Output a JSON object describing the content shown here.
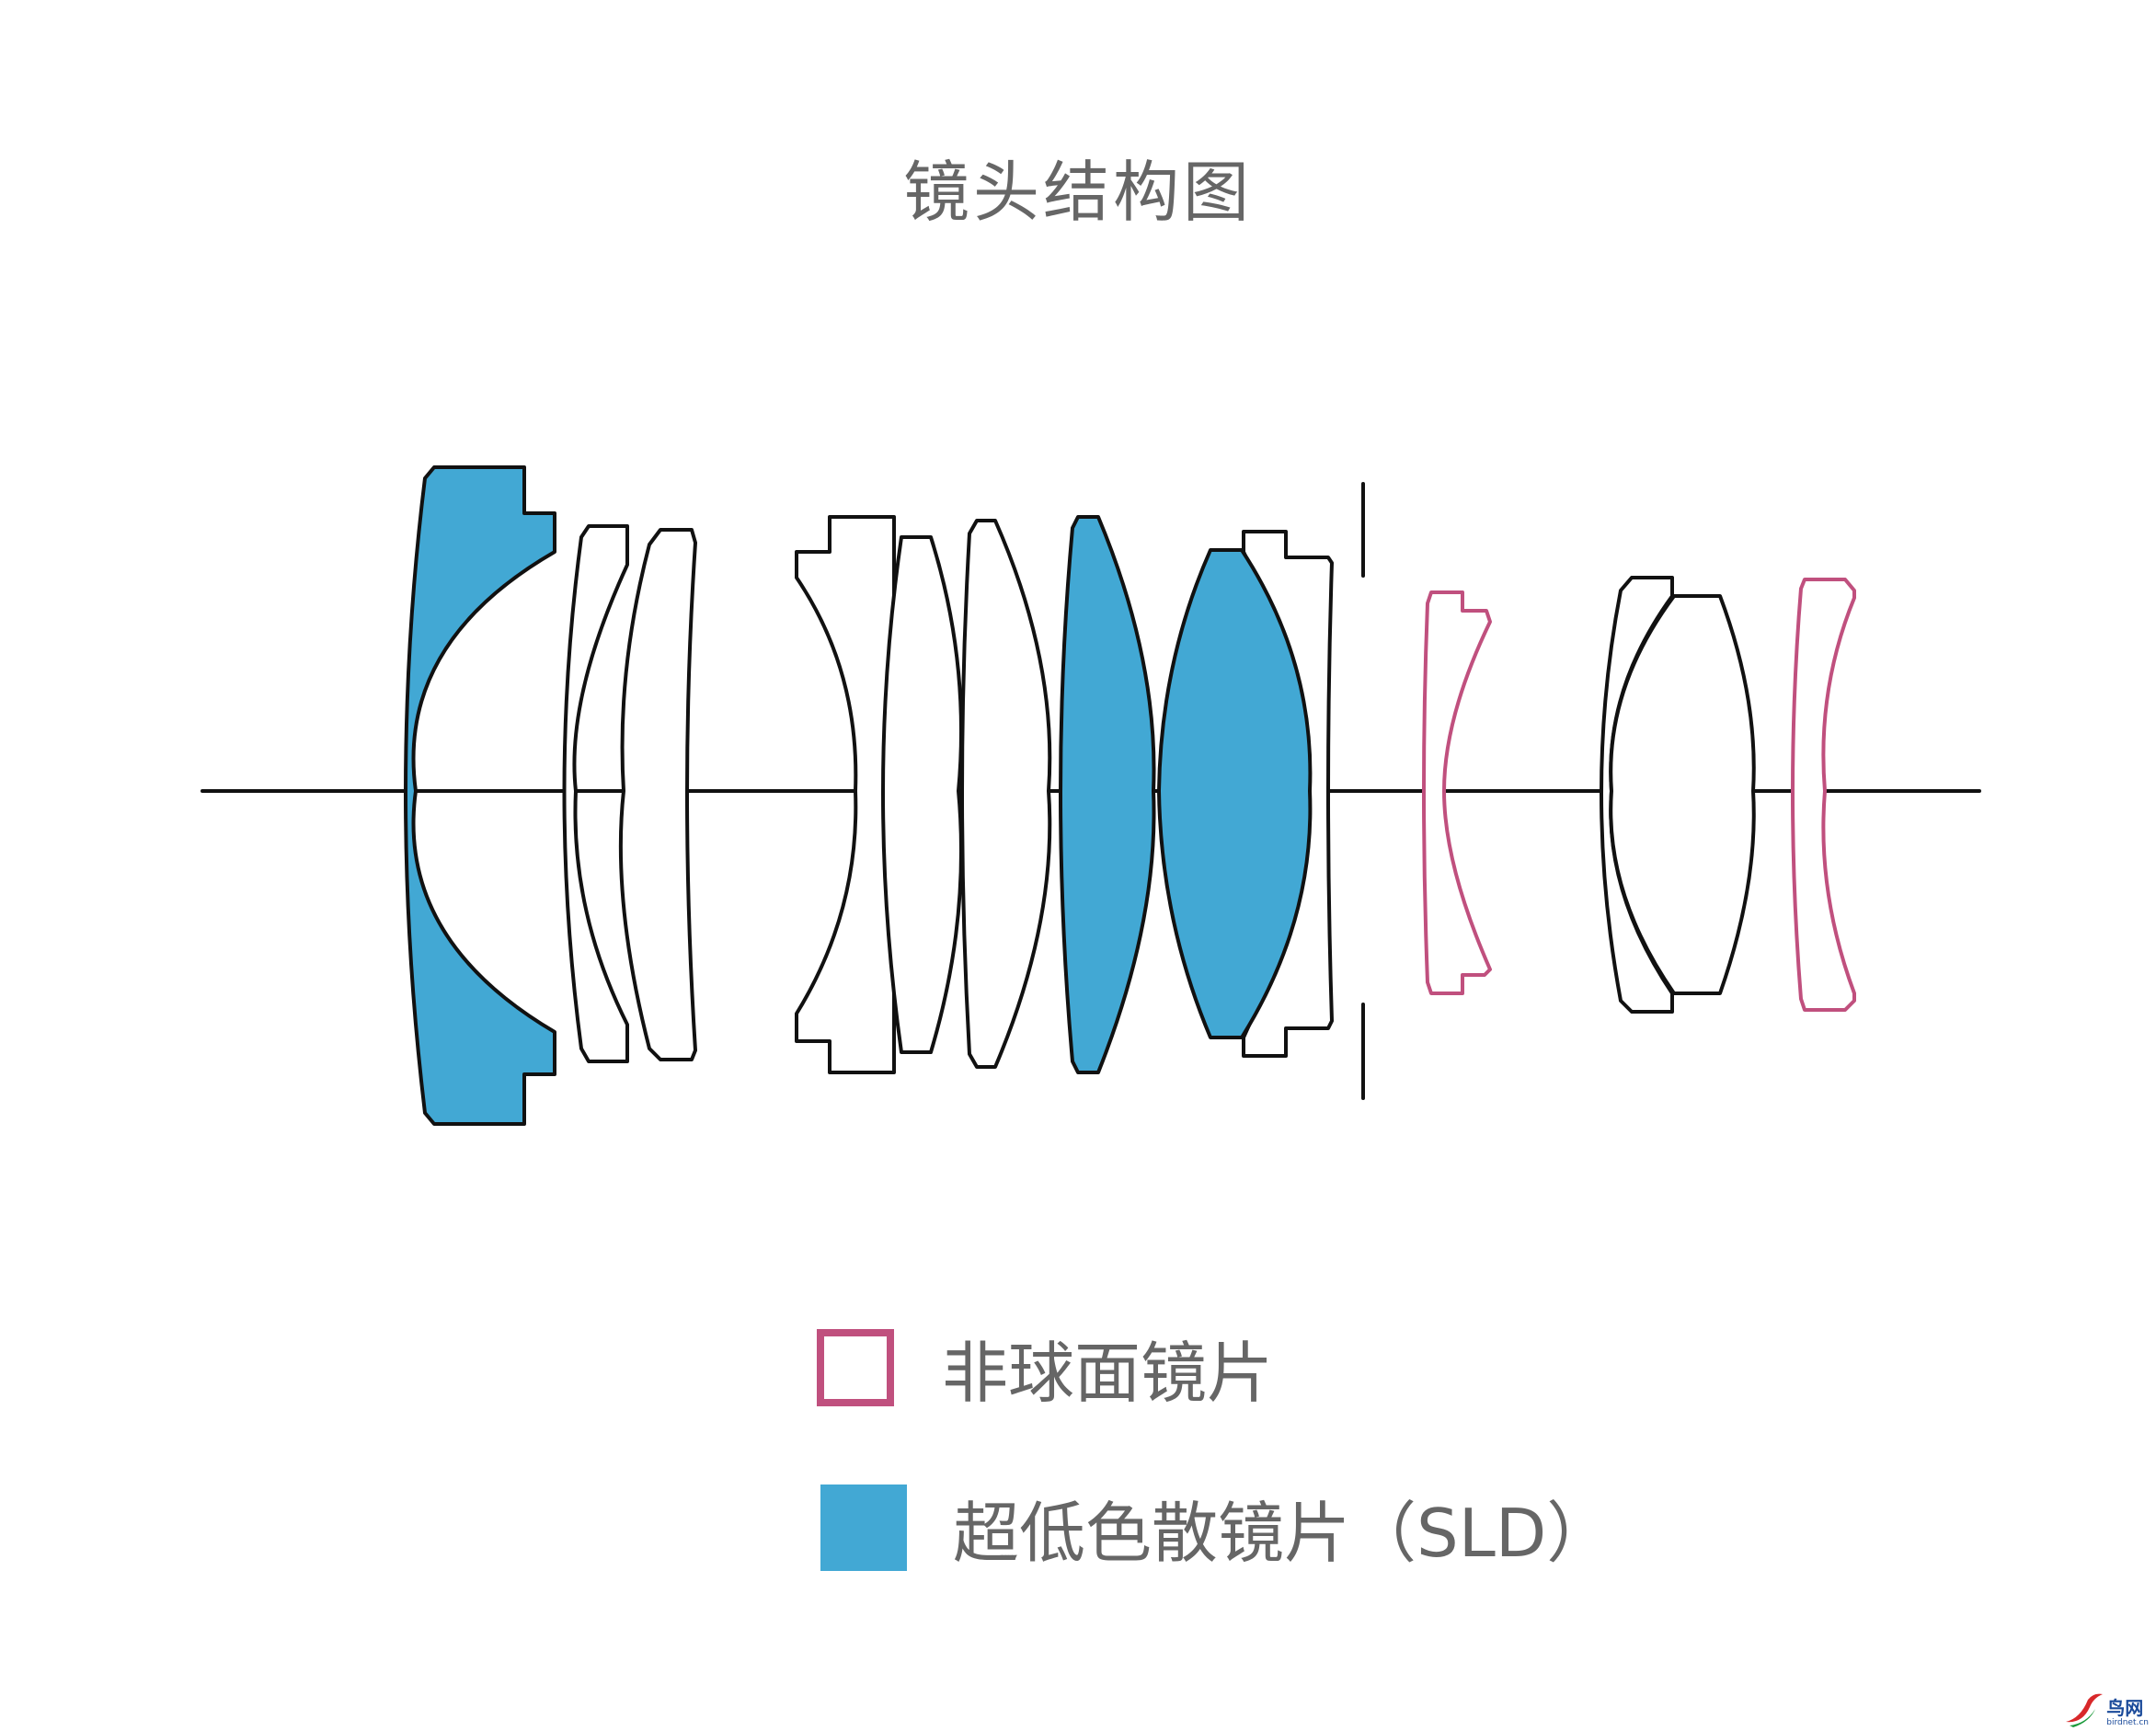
{
  "title": "镜头结构图",
  "legend": [
    {
      "key": "aspherical",
      "label": "非球面镜片",
      "color": "#c0507e"
    },
    {
      "key": "sld",
      "label": "超低色散镜片（SLD）",
      "color": "#42a8d4"
    }
  ],
  "colors": {
    "outline": "#111111",
    "sld_fill": "#42a8d4",
    "aspherical_outline": "#c0507e",
    "axis": "#111111"
  },
  "watermark": {
    "text": "鸟网",
    "sub": "birdnet.cn"
  }
}
